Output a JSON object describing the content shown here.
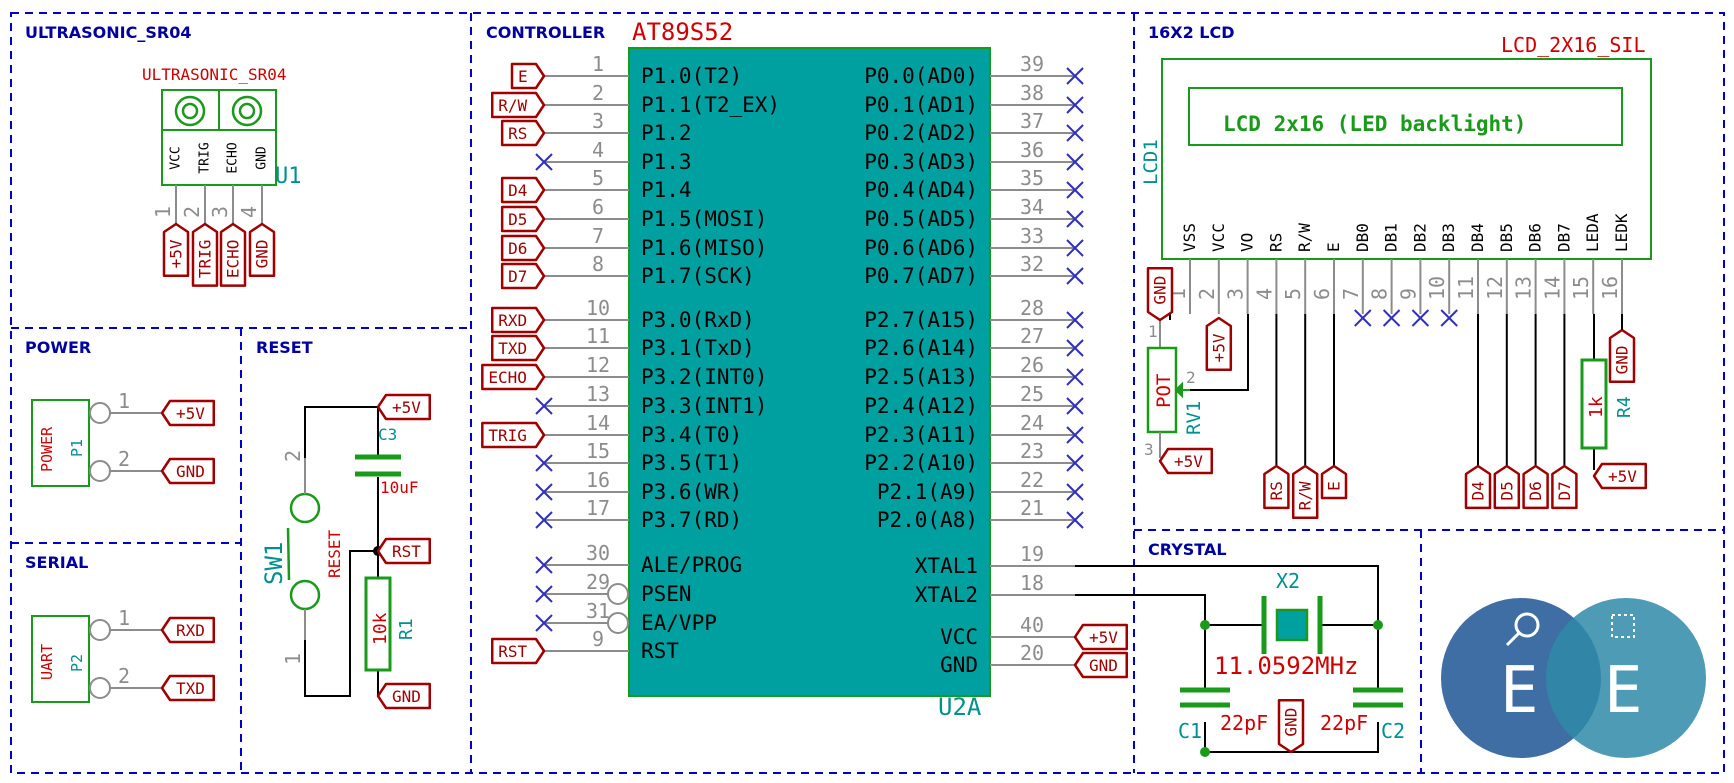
{
  "sections": {
    "ultrasonic": "ULTRASONIC_SR04",
    "controller": "CONTROLLER",
    "lcd": "16X2 LCD",
    "power": "POWER",
    "reset": "RESET",
    "serial": "SERIAL",
    "crystal": "CRYSTAL"
  },
  "mcu": {
    "value": "AT89S52",
    "ref": "U2A",
    "left_pins": [
      {
        "num": "1",
        "name": "P1.0(T2)",
        "label": "E"
      },
      {
        "num": "2",
        "name": "P1.1(T2_EX)",
        "label": "R/W"
      },
      {
        "num": "3",
        "name": "P1.2",
        "label": "RS"
      },
      {
        "num": "4",
        "name": "P1.3",
        "label": ""
      },
      {
        "num": "5",
        "name": "P1.4",
        "label": "D4"
      },
      {
        "num": "6",
        "name": "P1.5(MOSI)",
        "label": "D5"
      },
      {
        "num": "7",
        "name": "P1.6(MISO)",
        "label": "D6"
      },
      {
        "num": "8",
        "name": "P1.7(SCK)",
        "label": "D7"
      },
      {
        "num": "10",
        "name": "P3.0(RxD)",
        "label": "RXD"
      },
      {
        "num": "11",
        "name": "P3.1(TxD)",
        "label": "TXD"
      },
      {
        "num": "12",
        "name": "P3.2(INT0)",
        "label": "ECHO"
      },
      {
        "num": "13",
        "name": "P3.3(INT1)",
        "label": ""
      },
      {
        "num": "14",
        "name": "P3.4(T0)",
        "label": "TRIG"
      },
      {
        "num": "15",
        "name": "P3.5(T1)",
        "label": ""
      },
      {
        "num": "16",
        "name": "P3.6(WR)",
        "label": ""
      },
      {
        "num": "17",
        "name": "P3.7(RD)",
        "label": ""
      },
      {
        "num": "30",
        "name": "ALE/PROG",
        "label": ""
      },
      {
        "num": "29",
        "name": "PSEN",
        "label": ""
      },
      {
        "num": "31",
        "name": "EA/VPP",
        "label": ""
      },
      {
        "num": "9",
        "name": "RST",
        "label": "RST"
      }
    ],
    "right_pins": [
      {
        "num": "39",
        "name": "P0.0(AD0)",
        "label": ""
      },
      {
        "num": "38",
        "name": "P0.1(AD1)",
        "label": ""
      },
      {
        "num": "37",
        "name": "P0.2(AD2)",
        "label": ""
      },
      {
        "num": "36",
        "name": "P0.3(AD3)",
        "label": ""
      },
      {
        "num": "35",
        "name": "P0.4(AD4)",
        "label": ""
      },
      {
        "num": "34",
        "name": "P0.5(AD5)",
        "label": ""
      },
      {
        "num": "33",
        "name": "P0.6(AD6)",
        "label": ""
      },
      {
        "num": "32",
        "name": "P0.7(AD7)",
        "label": ""
      },
      {
        "num": "28",
        "name": "P2.7(A15)",
        "label": ""
      },
      {
        "num": "27",
        "name": "P2.6(A14)",
        "label": ""
      },
      {
        "num": "26",
        "name": "P2.5(A13)",
        "label": ""
      },
      {
        "num": "25",
        "name": "P2.4(A12)",
        "label": ""
      },
      {
        "num": "24",
        "name": "P2.3(A11)",
        "label": ""
      },
      {
        "num": "23",
        "name": "P2.2(A10)",
        "label": ""
      },
      {
        "num": "22",
        "name": "P2.1(A9)",
        "label": ""
      },
      {
        "num": "21",
        "name": "P2.0(A8)",
        "label": ""
      },
      {
        "num": "19",
        "name": "XTAL1",
        "label": ""
      },
      {
        "num": "18",
        "name": "XTAL2",
        "label": ""
      },
      {
        "num": "40",
        "name": "VCC",
        "label": "+5V"
      },
      {
        "num": "20",
        "name": "GND",
        "label": "GND"
      }
    ]
  },
  "sensor": {
    "value": "ULTRASONIC_SR04",
    "ref": "U1",
    "pins": [
      {
        "num": "1",
        "name": "VCC",
        "label": "+5V"
      },
      {
        "num": "2",
        "name": "TRIG",
        "label": "TRIG"
      },
      {
        "num": "3",
        "name": "ECHO",
        "label": "ECHO"
      },
      {
        "num": "4",
        "name": "GND",
        "label": "GND"
      }
    ]
  },
  "lcd": {
    "value": "LCD_2X16_SIL",
    "ref": "LCD1",
    "text": "LCD 2x16 (LED backlight)",
    "pins": [
      {
        "num": "1",
        "name": "VSS"
      },
      {
        "num": "2",
        "name": "VCC"
      },
      {
        "num": "3",
        "name": "VO"
      },
      {
        "num": "4",
        "name": "RS"
      },
      {
        "num": "5",
        "name": "R/W"
      },
      {
        "num": "6",
        "name": "E"
      },
      {
        "num": "7",
        "name": "DB0"
      },
      {
        "num": "8",
        "name": "DB1"
      },
      {
        "num": "9",
        "name": "DB2"
      },
      {
        "num": "10",
        "name": "DB3"
      },
      {
        "num": "11",
        "name": "DB4"
      },
      {
        "num": "12",
        "name": "DB5"
      },
      {
        "num": "13",
        "name": "DB6"
      },
      {
        "num": "14",
        "name": "DB7"
      },
      {
        "num": "15",
        "name": "LEDA"
      },
      {
        "num": "16",
        "name": "LEDK"
      }
    ],
    "pin_labels": [
      "GND",
      "+5V",
      "",
      "RS",
      "R/W",
      "E",
      "",
      "",
      "",
      "",
      "D4",
      "D5",
      "D6",
      "D7",
      "+5V",
      "GND"
    ]
  },
  "pot": {
    "ref": "RV1",
    "value": "POT",
    "pin1": "1",
    "pin2": "2",
    "pin3": "3",
    "top_label": "GND",
    "bottom_label": "+5V"
  },
  "r4": {
    "ref": "R4",
    "value": "1k"
  },
  "power": {
    "ref": "P1",
    "name": "POWER",
    "pin1": "1",
    "pin2": "2",
    "labels": [
      "+5V",
      "GND"
    ]
  },
  "serial": {
    "ref": "P2",
    "name": "UART",
    "pin1": "1",
    "pin2": "2",
    "labels": [
      "RXD",
      "TXD"
    ]
  },
  "reset": {
    "switch_ref": "SW1",
    "switch_value": "RESET",
    "pin2": "2",
    "pin1": "1",
    "cap_ref": "C3",
    "cap_value": "10uF",
    "res_ref": "R1",
    "res_value": "10k",
    "labels": {
      "vcc": "+5V",
      "rst": "RST",
      "gnd": "GND"
    }
  },
  "crystal": {
    "ref": "X2",
    "value": "11.0592MHz",
    "c1_ref": "C1",
    "c1_value": "22pF",
    "c2_ref": "C2",
    "c2_value": "22pF",
    "gnd": "GND"
  },
  "logo": {
    "letter1": "E",
    "letter2": "E"
  },
  "colors": {
    "frame": "#0000c8",
    "label": "#a00000",
    "mcu_fill": "#00a0a0",
    "body_outline": "#1a9a1a",
    "ref": "#009090",
    "value": "#d00000"
  }
}
